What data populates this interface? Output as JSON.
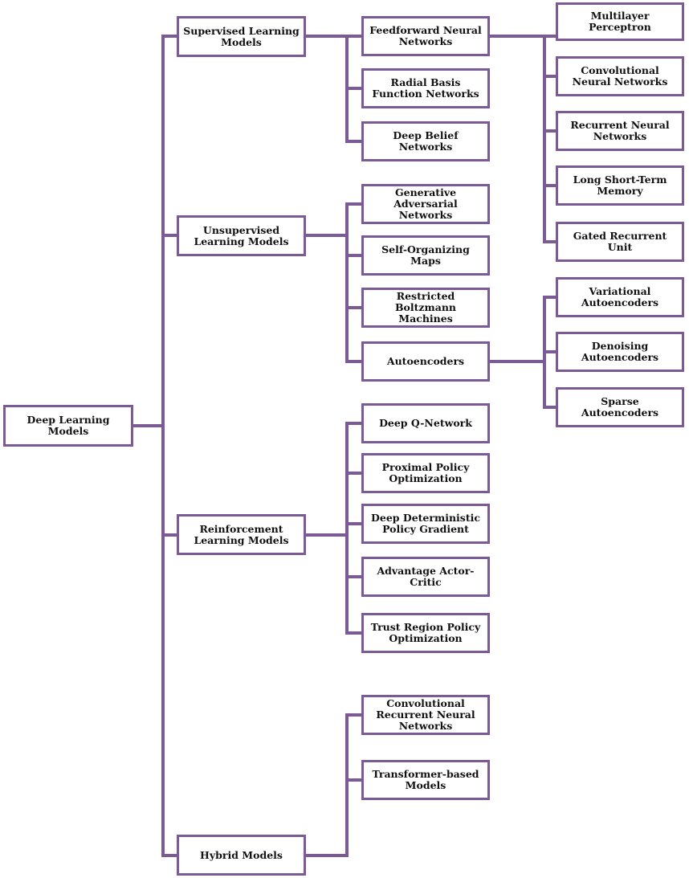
{
  "colors": {
    "line": "#7b5a96",
    "box_border": "#7b5a96",
    "text": "#111111"
  },
  "root": {
    "label": "Deep Learning Models"
  },
  "categories": {
    "supervised": {
      "label": "Supervised Learning Models",
      "children": {
        "feedforward": {
          "label": "Feedforward Neural Networks",
          "children": {
            "mlp": "Multilayer Perceptron",
            "cnn": "Convolutional Neural Networks",
            "rnn": "Recurrent Neural Networks",
            "lstm": "Long Short-Term Memory",
            "gru": "Gated Recurrent Unit"
          }
        },
        "rbf": {
          "label": "Radial Basis Function Networks"
        },
        "dbn": {
          "label": "Deep Belief Networks"
        }
      }
    },
    "unsupervised": {
      "label": "Unsupervised Learning Models",
      "children": {
        "gan": {
          "label": "Generative Adversarial Networks"
        },
        "som": {
          "label": "Self-Organizing Maps"
        },
        "rbm": {
          "label": "Restricted Boltzmann Machines"
        },
        "autoencoders": {
          "label": "Autoencoders",
          "children": {
            "vae": "Variational Autoencoders",
            "dae": "Denoising Autoencoders",
            "sae": "Sparse Autoencoders"
          }
        }
      }
    },
    "reinforcement": {
      "label": "Reinforcement Learning Models",
      "children": {
        "dqn": {
          "label": "Deep Q-Network"
        },
        "ppo": {
          "label": "Proximal Policy Optimization"
        },
        "ddpg": {
          "label": "Deep Deterministic Policy Gradient"
        },
        "a2c": {
          "label": "Advantage Actor-Critic"
        },
        "trpo": {
          "label": "Trust Region Policy Optimization"
        }
      }
    },
    "hybrid": {
      "label": "Hybrid Models",
      "children": {
        "crnn": {
          "label": "Convolutional Recurrent Neural Networks"
        },
        "transformer": {
          "label": "Transformer-based Models"
        }
      }
    }
  }
}
